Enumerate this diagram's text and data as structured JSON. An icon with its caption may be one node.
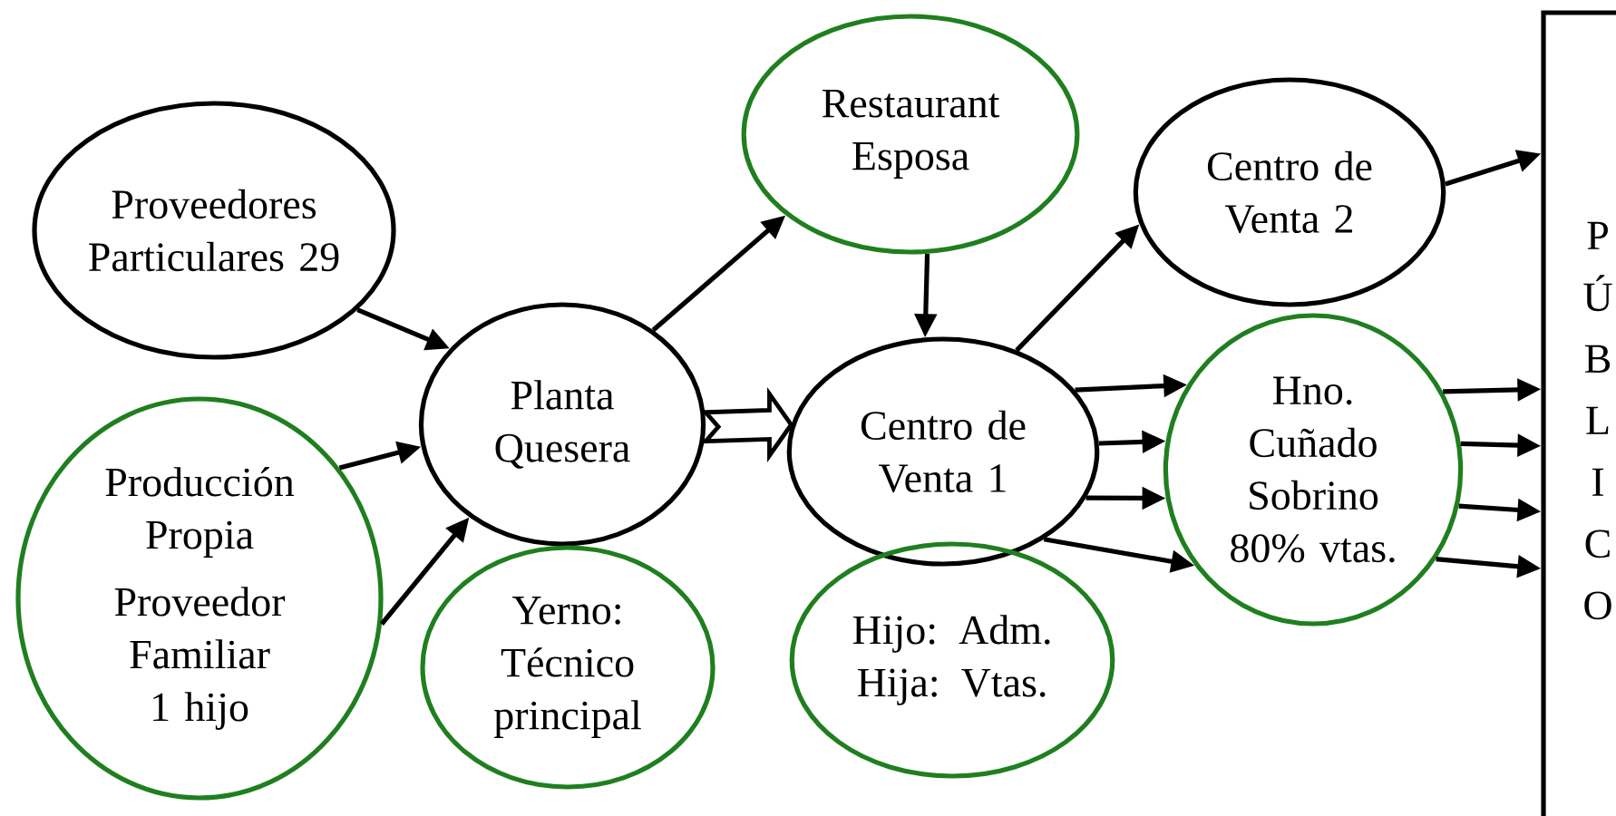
{
  "diagram": {
    "nodes": [
      {
        "text": [
          "Proveedores Particulares 29"
        ]
      },
      {
        "text": [
          "Producción Propia",
          "Proveedor Familiar 1 hijo"
        ]
      },
      {
        "text": [
          "Planta Quesera"
        ]
      },
      {
        "text": [
          "Yerno: Técnico principal"
        ]
      },
      {
        "text": [
          "Restaurant Esposa"
        ]
      },
      {
        "text": [
          "Centro de Venta 1"
        ]
      },
      {
        "text": [
          "Hijo: Adm. Hija: Vtas."
        ]
      },
      {
        "text": [
          "Centro de Venta 2"
        ]
      },
      {
        "text": [
          "Hno. Cuñado Sobrino 80% vtas."
        ]
      },
      {
        "text": [
          "PÚBLICO"
        ]
      }
    ],
    "edges": [
      {
        "from": 0,
        "to": 2,
        "arrow": "to"
      },
      {
        "from": 1,
        "to": 2,
        "arrow": "to"
      },
      {
        "from": 1,
        "to": 2,
        "arrow": "to"
      },
      {
        "from": 2,
        "to": 4,
        "arrow": "to"
      },
      {
        "from": 2,
        "to": 5,
        "arrow": "to",
        "style": "thick"
      },
      {
        "from": 4,
        "to": 5,
        "arrow": "to"
      },
      {
        "from": 5,
        "to": 7,
        "arrow": "to"
      },
      {
        "from": 5,
        "to": 8,
        "arrow": "to"
      },
      {
        "from": 5,
        "to": 8,
        "arrow": "to"
      },
      {
        "from": 5,
        "to": 8,
        "arrow": "to"
      },
      {
        "from": 5,
        "to": 8,
        "arrow": "to"
      },
      {
        "from": 7,
        "to": 9,
        "arrow": "to"
      },
      {
        "from": 8,
        "to": 9,
        "arrow": "to"
      },
      {
        "from": 8,
        "to": 9,
        "arrow": "to"
      },
      {
        "from": 8,
        "to": 9,
        "arrow": "to"
      },
      {
        "from": 8,
        "to": 9,
        "arrow": "to"
      }
    ]
  }
}
